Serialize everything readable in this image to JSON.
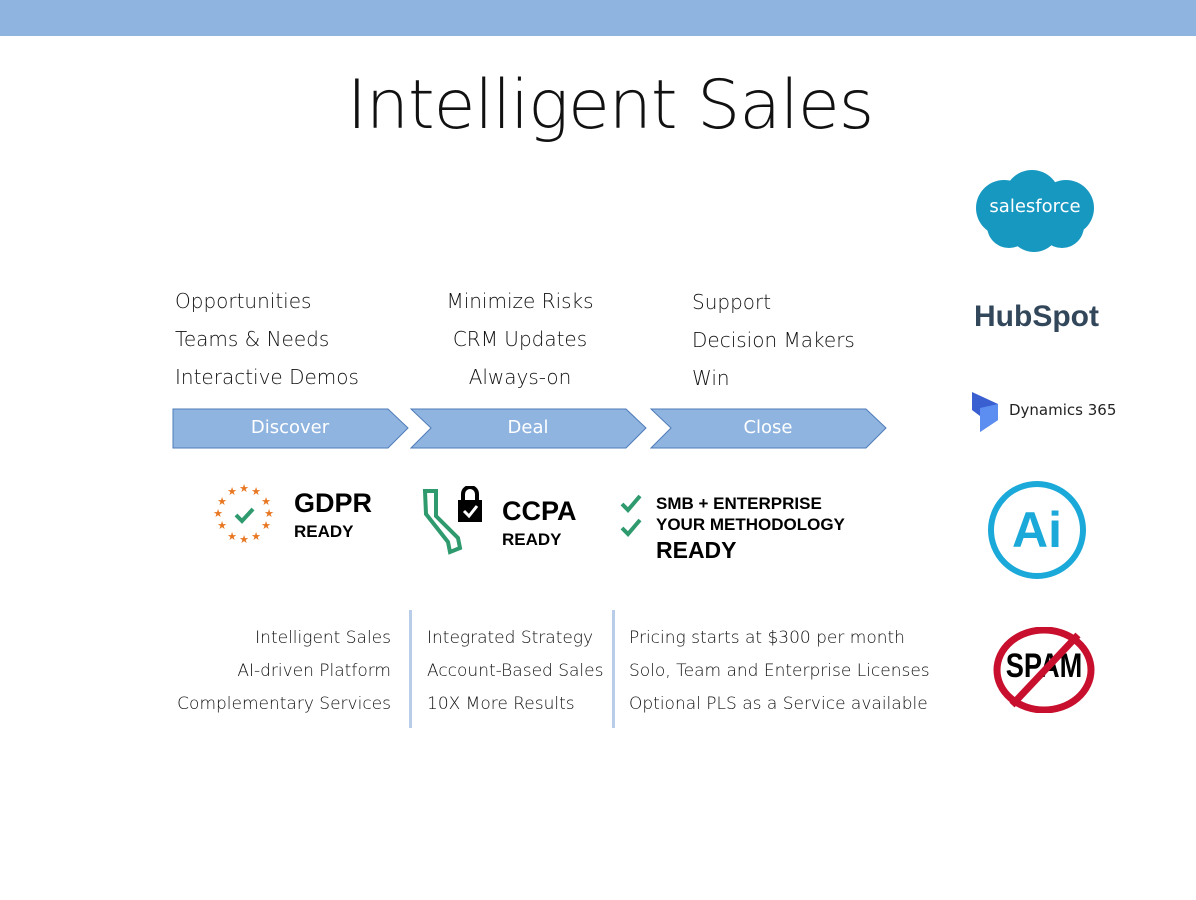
{
  "title": "Intelligent Sales",
  "stages": [
    {
      "label": "Discover",
      "items": [
        "Opportunities",
        "Teams & Needs",
        "Interactive Demos"
      ]
    },
    {
      "label": "Deal",
      "items": [
        "Minimize Risks",
        "CRM Updates",
        "Always-on"
      ]
    },
    {
      "label": "Close",
      "items": [
        "Support",
        "Decision Makers",
        "Win"
      ]
    }
  ],
  "badges": {
    "gdpr": {
      "title": "GDPR",
      "sub": "READY"
    },
    "ccpa": {
      "title": "CCPA",
      "sub": "READY"
    },
    "smb": {
      "line1": "SMB + ENTERPRISE",
      "line2": "YOUR METHODOLOGY",
      "line3": "READY"
    }
  },
  "bottom": {
    "col1": [
      "Intelligent Sales",
      "AI-driven Platform",
      "Complementary Services"
    ],
    "col2": [
      "Integrated Strategy",
      "Account-Based Sales",
      "10X More Results"
    ],
    "col3": [
      "Pricing starts at $300 per month",
      "Solo, Team and Enterprise Licenses",
      "Optional PLS as a Service available"
    ]
  },
  "logos": {
    "salesforce": "salesforce",
    "hubspot": "HubSpot",
    "dynamics": "Dynamics 365",
    "ai": "Ai",
    "spam": "SPAM"
  },
  "colors": {
    "bar": "#8fb4e0",
    "chevron_stroke": "#4f7bb8",
    "green": "#2e9a6e",
    "orange": "#e87722",
    "ai_blue": "#1aa9d8",
    "salesforce": "#1798c1",
    "spam_red": "#c8102e"
  }
}
